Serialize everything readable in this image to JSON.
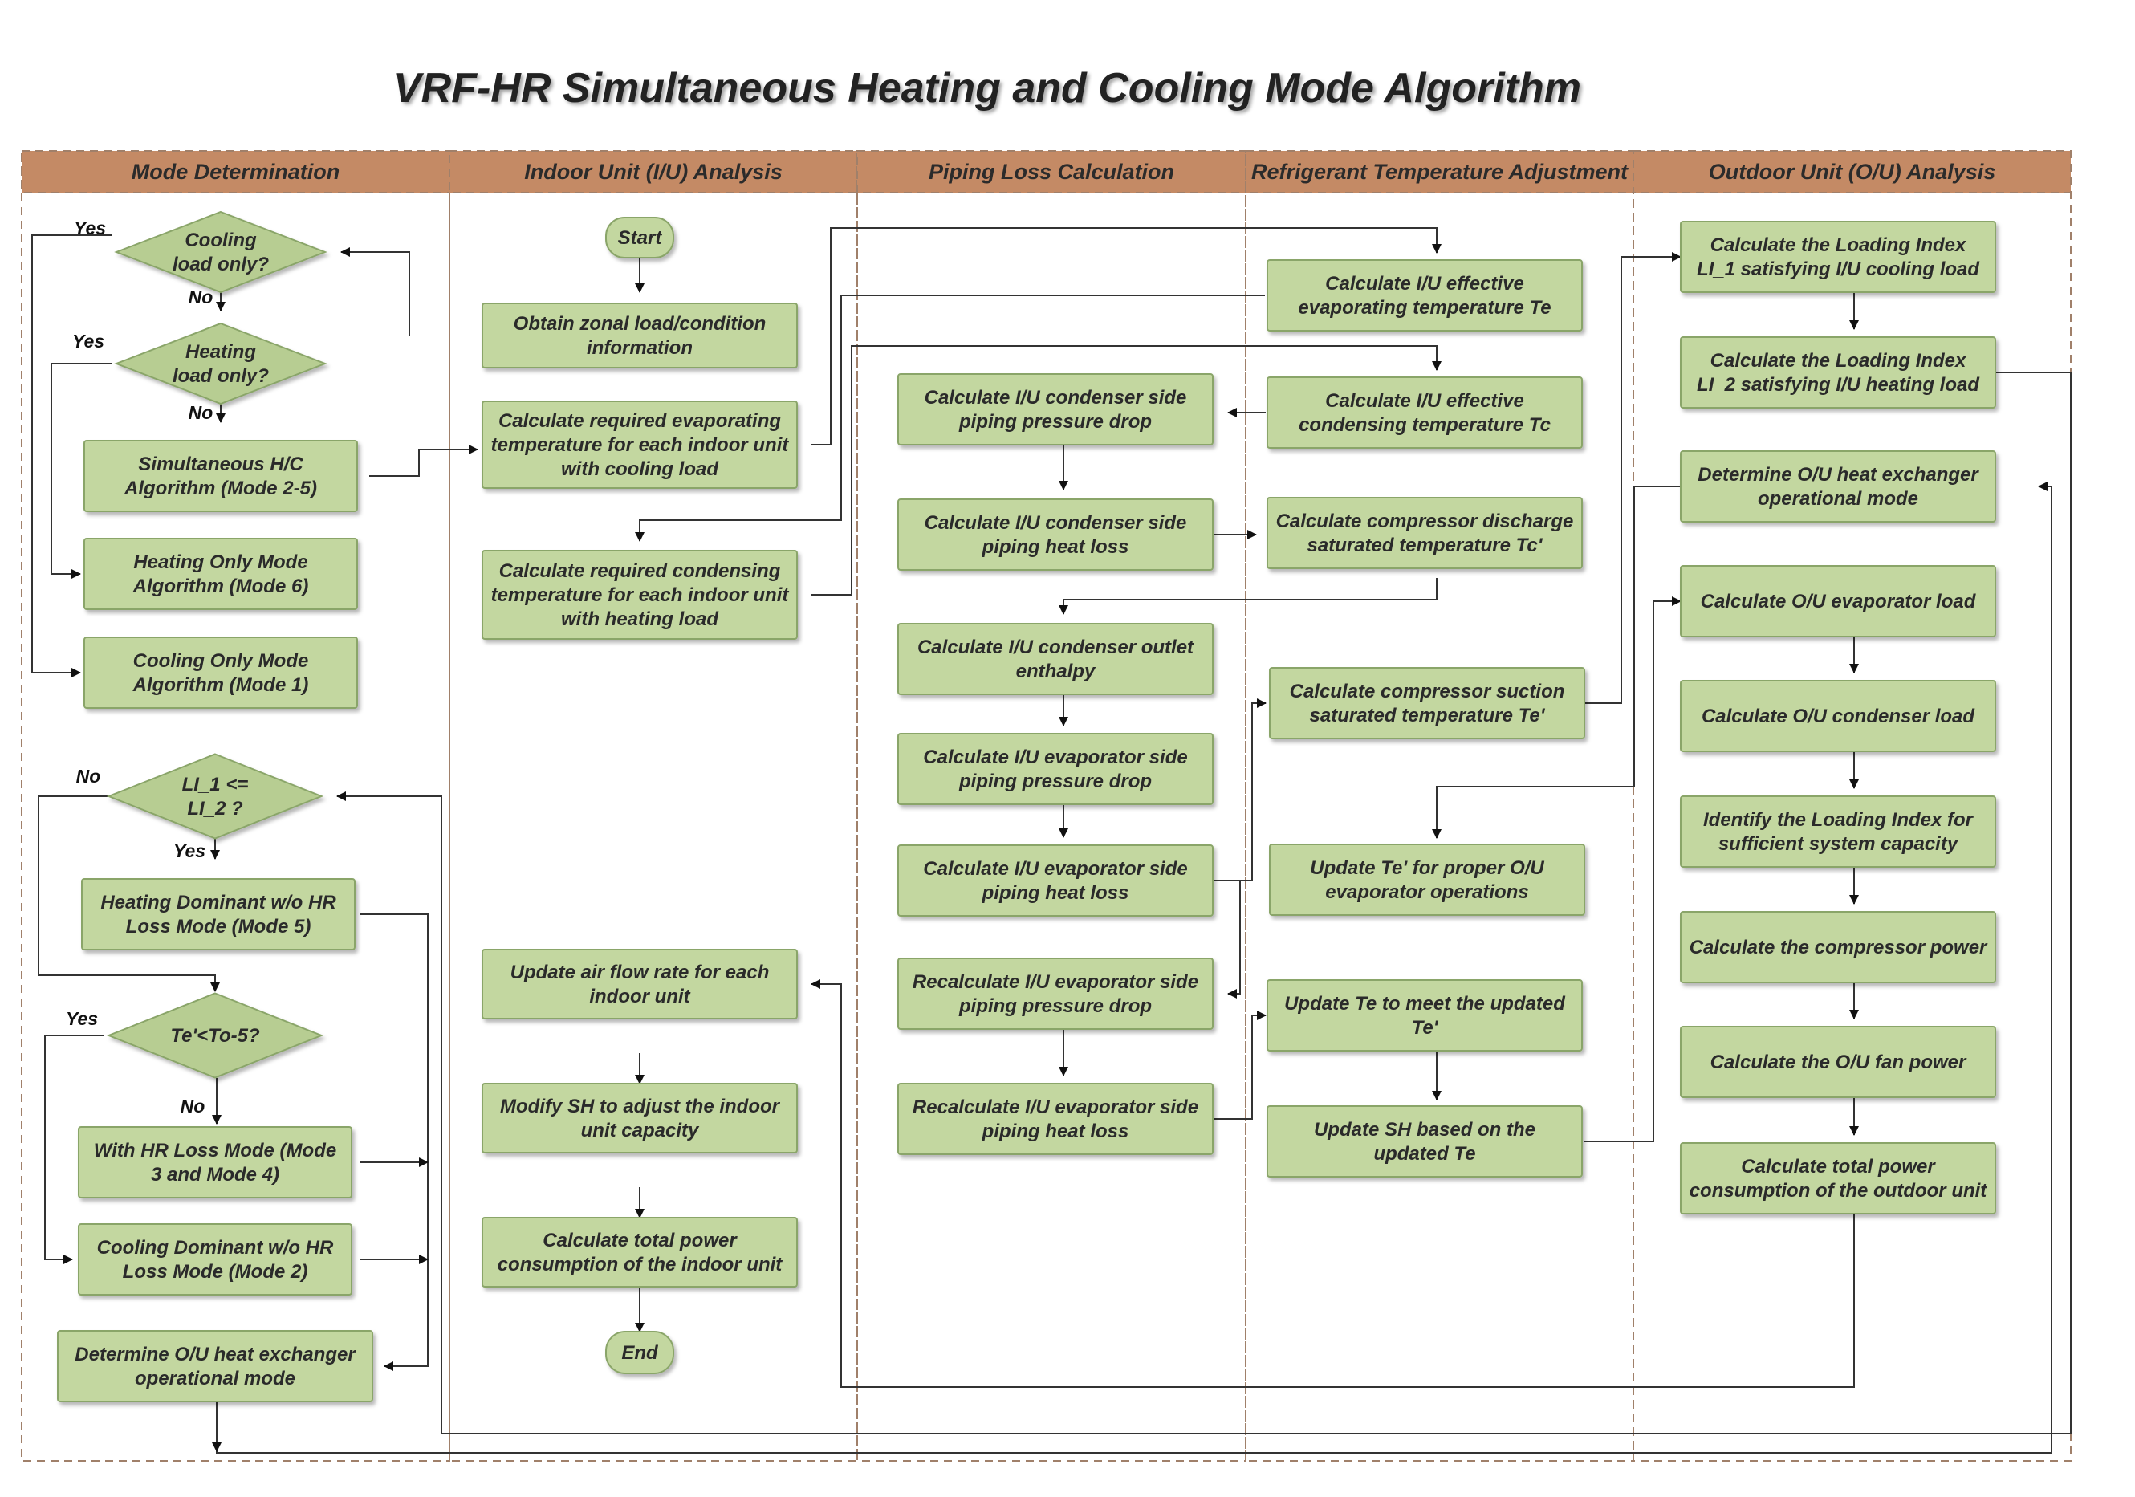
{
  "title": "VRF-HR Simultaneous Heating and Cooling Mode Algorithm",
  "colors": {
    "lane_header": "#c48a65",
    "node_fill": "#c3d7a0",
    "decision_fill": "#b7cd92",
    "border": "#a0806a"
  },
  "lanes": [
    {
      "id": "mode",
      "label": "Mode Determination"
    },
    {
      "id": "iu",
      "label": "Indoor Unit (I/U) Analysis"
    },
    {
      "id": "pipe",
      "label": "Piping Loss Calculation"
    },
    {
      "id": "ref",
      "label": "Refrigerant Temperature Adjustment"
    },
    {
      "id": "ou",
      "label": "Outdoor Unit (O/U) Analysis"
    }
  ],
  "nodes": [
    {
      "id": "d_cool",
      "shape": "diamond",
      "lines": [
        "Cooling",
        "load only?"
      ]
    },
    {
      "id": "d_heat",
      "shape": "diamond",
      "lines": [
        "Heating",
        "load only?"
      ]
    },
    {
      "id": "m_sim",
      "shape": "process",
      "lines": [
        "Simultaneous H/C",
        "Algorithm (Mode 2-5)"
      ]
    },
    {
      "id": "m_heat6",
      "shape": "process",
      "lines": [
        "Heating Only Mode",
        "Algorithm (Mode 6)"
      ]
    },
    {
      "id": "m_cool1",
      "shape": "process",
      "lines": [
        "Cooling Only Mode",
        "Algorithm (Mode 1)"
      ]
    },
    {
      "id": "d_li",
      "shape": "diamond",
      "lines": [
        "LI_1 <=",
        "LI_2 ?"
      ]
    },
    {
      "id": "m_mode5",
      "shape": "process",
      "lines": [
        "Heating Dominant w/o HR",
        "Loss Mode (Mode 5)"
      ]
    },
    {
      "id": "d_te",
      "shape": "diamond",
      "lines": [
        "Te'<To-5?"
      ]
    },
    {
      "id": "m_mode34",
      "shape": "process",
      "lines": [
        "With HR Loss Mode (Mode",
        "3 and Mode 4)"
      ]
    },
    {
      "id": "m_mode2",
      "shape": "process",
      "lines": [
        "Cooling Dominant w/o HR",
        "Loss Mode (Mode 2)"
      ]
    },
    {
      "id": "m_ouhx",
      "shape": "process",
      "lines": [
        "Determine O/U heat exchanger",
        "operational mode"
      ]
    },
    {
      "id": "i_start",
      "shape": "terminal",
      "lines": [
        "Start"
      ]
    },
    {
      "id": "i_obtain",
      "shape": "process",
      "lines": [
        "Obtain zonal load/condition",
        "information"
      ]
    },
    {
      "id": "i_evap",
      "shape": "process",
      "lines": [
        "Calculate required evaporating",
        "temperature for each indoor unit",
        "with cooling load"
      ]
    },
    {
      "id": "i_cond",
      "shape": "process",
      "lines": [
        "Calculate required condensing",
        "temperature for each indoor unit",
        "with heating load"
      ]
    },
    {
      "id": "i_air",
      "shape": "process",
      "lines": [
        "Update air flow rate for each",
        "indoor unit"
      ]
    },
    {
      "id": "i_sh",
      "shape": "process",
      "lines": [
        "Modify SH to adjust the indoor",
        "unit capacity"
      ]
    },
    {
      "id": "i_power",
      "shape": "process",
      "lines": [
        "Calculate total power",
        "consumption of the indoor unit"
      ]
    },
    {
      "id": "i_end",
      "shape": "terminal",
      "lines": [
        "End"
      ]
    },
    {
      "id": "p_cpd",
      "shape": "process",
      "lines": [
        "Calculate I/U condenser side",
        "piping pressure drop"
      ]
    },
    {
      "id": "p_chl",
      "shape": "process",
      "lines": [
        "Calculate I/U condenser side",
        "piping heat loss"
      ]
    },
    {
      "id": "p_enth",
      "shape": "process",
      "lines": [
        "Calculate I/U condenser outlet",
        "enthalpy"
      ]
    },
    {
      "id": "p_epd",
      "shape": "process",
      "lines": [
        "Calculate I/U evaporator side",
        "piping pressure drop"
      ]
    },
    {
      "id": "p_ehl",
      "shape": "process",
      "lines": [
        "Calculate I/U evaporator side",
        "piping heat loss"
      ]
    },
    {
      "id": "p_repd",
      "shape": "process",
      "lines": [
        "Recalculate I/U evaporator side",
        "piping pressure drop"
      ]
    },
    {
      "id": "p_rehl",
      "shape": "process",
      "lines": [
        "Recalculate I/U evaporator side",
        "piping heat loss"
      ]
    },
    {
      "id": "r_te",
      "shape": "process",
      "lines": [
        "Calculate I/U effective",
        "evaporating temperature Te"
      ]
    },
    {
      "id": "r_tc",
      "shape": "process",
      "lines": [
        "Calculate I/U effective",
        "condensing temperature Tc"
      ]
    },
    {
      "id": "r_tcp",
      "shape": "process",
      "lines": [
        "Calculate compressor discharge",
        "saturated temperature Tc'"
      ]
    },
    {
      "id": "r_tep",
      "shape": "process",
      "lines": [
        "Calculate compressor suction",
        "saturated temperature Te'"
      ]
    },
    {
      "id": "r_upd_tep",
      "shape": "process",
      "lines": [
        "Update Te' for proper O/U",
        "evaporator operations"
      ]
    },
    {
      "id": "r_upd_te",
      "shape": "process",
      "lines": [
        "Update Te to meet the updated",
        "Te'"
      ]
    },
    {
      "id": "r_upd_sh",
      "shape": "process",
      "lines": [
        "Update SH based on the",
        "updated Te"
      ]
    },
    {
      "id": "o_li1",
      "shape": "process",
      "lines": [
        "Calculate the Loading Index",
        "LI_1 satisfying I/U cooling load"
      ]
    },
    {
      "id": "o_li2",
      "shape": "process",
      "lines": [
        "Calculate the Loading Index",
        "LI_2 satisfying I/U heating load"
      ]
    },
    {
      "id": "o_hx",
      "shape": "process",
      "lines": [
        "Determine O/U heat exchanger",
        "operational mode"
      ]
    },
    {
      "id": "o_evap",
      "shape": "process",
      "lines": [
        "Calculate O/U evaporator load"
      ]
    },
    {
      "id": "o_cond",
      "shape": "process",
      "lines": [
        "Calculate O/U condenser load"
      ]
    },
    {
      "id": "o_li",
      "shape": "process",
      "lines": [
        "Identify the Loading Index for",
        "sufficient system capacity"
      ]
    },
    {
      "id": "o_comp",
      "shape": "process",
      "lines": [
        "Calculate the compressor power"
      ]
    },
    {
      "id": "o_fan",
      "shape": "process",
      "lines": [
        "Calculate the O/U fan power"
      ]
    },
    {
      "id": "o_total",
      "shape": "process",
      "lines": [
        "Calculate total power",
        "consumption of the outdoor unit"
      ]
    }
  ],
  "edge_labels": [
    {
      "id": "yes_cool",
      "text": "Yes"
    },
    {
      "id": "no_cool",
      "text": "No"
    },
    {
      "id": "yes_heat",
      "text": "Yes"
    },
    {
      "id": "no_heat",
      "text": "No"
    },
    {
      "id": "no_li",
      "text": "No"
    },
    {
      "id": "yes_li",
      "text": "Yes"
    },
    {
      "id": "yes_te",
      "text": "Yes"
    },
    {
      "id": "no_te",
      "text": "No"
    }
  ]
}
